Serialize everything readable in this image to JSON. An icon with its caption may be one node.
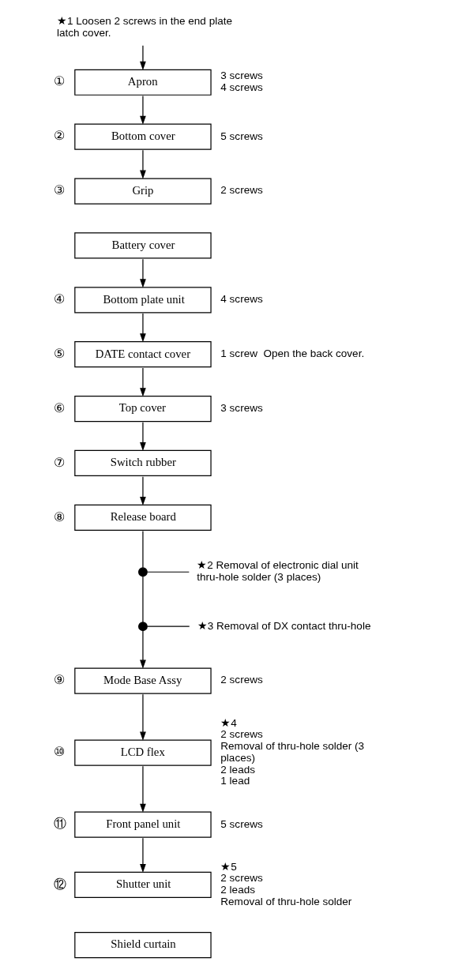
{
  "diagram": {
    "nodes": [
      {
        "text": [
          "★1 Loosen 2 screws in the end plate latch cover."
        ]
      },
      {
        "text": [
          "Apron"
        ],
        "beside": [
          "①",
          "3 screws",
          "4 screws"
        ]
      },
      {
        "text": [
          "Bottom cover"
        ],
        "beside": [
          "②",
          "5 screws"
        ]
      },
      {
        "text": [
          "Grip"
        ],
        "beside": [
          "③",
          "2 screws"
        ]
      },
      {
        "text": [
          "Battery cover"
        ]
      },
      {
        "text": [
          "Bottom plate unit"
        ],
        "beside": [
          "④",
          "4 screws"
        ]
      },
      {
        "text": [
          "DATE contact cover"
        ],
        "beside": [
          "⑤",
          "1 screw  Open the back cover."
        ]
      },
      {
        "text": [
          "Top cover"
        ],
        "beside": [
          "⑥",
          "3 screws"
        ]
      },
      {
        "text": [
          "Switch rubber"
        ],
        "beside": [
          "⑦"
        ]
      },
      {
        "text": [
          "Release board"
        ],
        "beside": [
          "⑧"
        ]
      },
      {
        "text": [],
        "shape": "circle"
      },
      {
        "text": [
          "★2 Removal of electronic dial unit thru-hole solder (3 places)"
        ]
      },
      {
        "text": [],
        "shape": "circle"
      },
      {
        "text": [
          "★3 Removal of DX contact thru-hole"
        ]
      },
      {
        "text": [
          "Mode Base Assy"
        ],
        "beside": [
          "⑨",
          "2 screws"
        ]
      },
      {
        "text": [
          "LCD flex"
        ],
        "beside": [
          "⑩",
          "★4",
          "2 screws",
          "Removal of thru-hole solder (3 places)",
          "2 leads",
          "1 lead"
        ]
      },
      {
        "text": [
          "Front panel unit"
        ],
        "beside": [
          "⑪",
          "5 screws"
        ]
      },
      {
        "text": [
          "Shutter unit"
        ],
        "beside": [
          "⑫",
          "★5",
          "2 screws",
          "2 leads",
          "Removal of thru-hole solder"
        ]
      },
      {
        "text": [
          "Shield curtain"
        ]
      }
    ],
    "edges": [
      {
        "from": 0,
        "to": 1,
        "arrow": "to"
      },
      {
        "from": 1,
        "to": 2,
        "arrow": "to"
      },
      {
        "from": 2,
        "to": 3,
        "arrow": "to"
      },
      {
        "from": 4,
        "to": 5,
        "arrow": "to"
      },
      {
        "from": 5,
        "to": 6,
        "arrow": "to"
      },
      {
        "from": 6,
        "to": 7,
        "arrow": "to"
      },
      {
        "from": 7,
        "to": 8,
        "arrow": "to"
      },
      {
        "from": 8,
        "to": 9,
        "arrow": "to"
      },
      {
        "from": 9,
        "to": 10,
        "arrow": "none"
      },
      {
        "from": 10,
        "to": 11,
        "arrow": "none"
      },
      {
        "from": 10,
        "to": 12,
        "arrow": "none"
      },
      {
        "from": 12,
        "to": 13,
        "arrow": "none"
      },
      {
        "from": 12,
        "to": 14,
        "arrow": "to"
      },
      {
        "from": 14,
        "to": 15,
        "arrow": "to"
      },
      {
        "from": 15,
        "to": 16,
        "arrow": "to"
      },
      {
        "from": 16,
        "to": 17,
        "arrow": "to"
      }
    ]
  }
}
